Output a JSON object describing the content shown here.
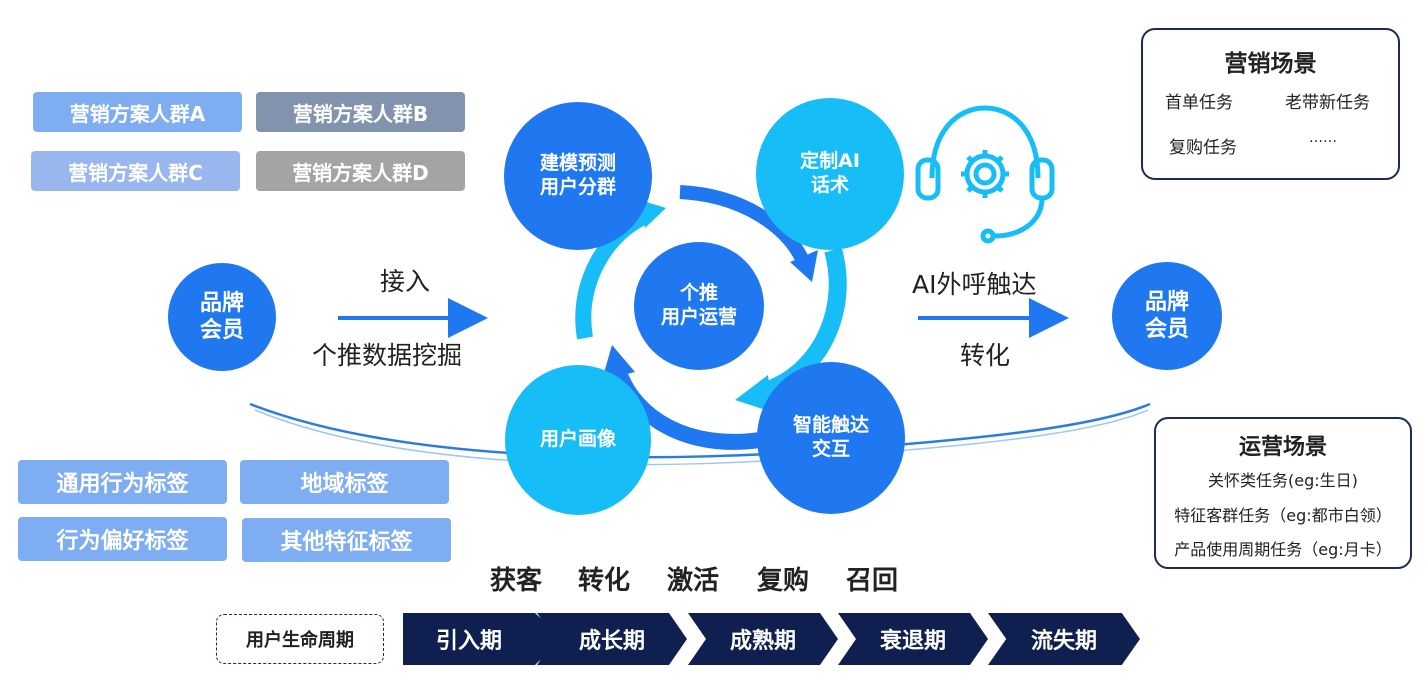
{
  "crowds": [
    "营销方案人群A",
    "营销方案人群B",
    "营销方案人群C",
    "营销方案人群D"
  ],
  "tags": [
    "通用行为标签",
    "地域标签",
    "行为偏好标签",
    "其他特征标签"
  ],
  "left_member": {
    "line1": "品牌",
    "line2": "会员"
  },
  "right_member": {
    "line1": "品牌",
    "line2": "会员"
  },
  "left_arrow": {
    "top": "接入",
    "bottom": "个推数据挖掘"
  },
  "right_arrow": {
    "top": "AI外呼触达",
    "bottom": "转化"
  },
  "cycle": {
    "center": {
      "line1": "个推",
      "line2": "用户运营"
    },
    "top_left": {
      "line1": "建模预测",
      "line2": "用户分群"
    },
    "top_right": {
      "line1": "定制AI",
      "line2": "话术"
    },
    "bottom_left": {
      "line1": "用户画像"
    },
    "bottom_right": {
      "line1": "智能触达",
      "line2": "交互"
    }
  },
  "icons": {
    "headset": "headset-gear-icon"
  },
  "marketing_scenes": {
    "title": "营销场景",
    "items": [
      "首单任务",
      "老带新任务",
      "复购任务",
      "……"
    ]
  },
  "ops_scenes": {
    "title": "运营场景",
    "items": [
      "关怀类任务(eg:生日)",
      "特征客群任务（eg:都市白领）",
      "产品使用周期任务（eg:月卡）"
    ]
  },
  "goals": [
    "获客",
    "转化",
    "激活",
    "复购",
    "召回"
  ],
  "lifecycle": {
    "label": "用户生命周期",
    "stages": [
      "引入期",
      "成长期",
      "成熟期",
      "衰退期",
      "流失期"
    ]
  },
  "colors": {
    "blue": "#1f78f0",
    "cyan": "#17bdf6",
    "navy": "#0f1f4f"
  }
}
